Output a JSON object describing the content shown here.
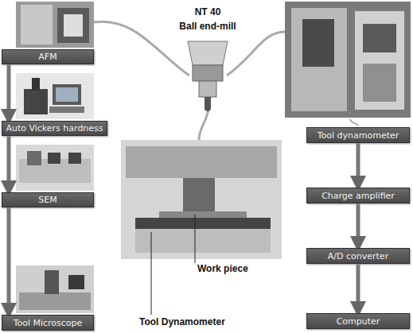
{
  "diagram": {
    "nodes": [
      {
        "text": [
          "AFM"
        ]
      },
      {
        "text": [
          "Auto Vickers hardness"
        ]
      },
      {
        "text": [
          "SEM"
        ]
      },
      {
        "text": [
          "Tool Microscope"
        ]
      },
      {
        "text": [
          "Tool dynamometer"
        ]
      },
      {
        "text": [
          "Charge amplifier"
        ]
      },
      {
        "text": [
          "A/D converter"
        ]
      },
      {
        "text": [
          "Computer"
        ]
      }
    ],
    "edges": [
      {
        "from": 0,
        "to": 1,
        "arrow": "to"
      },
      {
        "from": 1,
        "to": 2,
        "arrow": "to"
      },
      {
        "from": 2,
        "to": 3,
        "arrow": "to"
      },
      {
        "from": 4,
        "to": 5,
        "arrow": "to"
      },
      {
        "from": 5,
        "to": 6,
        "arrow": "to"
      },
      {
        "from": 6,
        "to": 7,
        "arrow": "to"
      }
    ],
    "labels": [
      "NT 40",
      "Ball end-mill",
      "Work piece",
      "Tool Dynamometer"
    ]
  }
}
